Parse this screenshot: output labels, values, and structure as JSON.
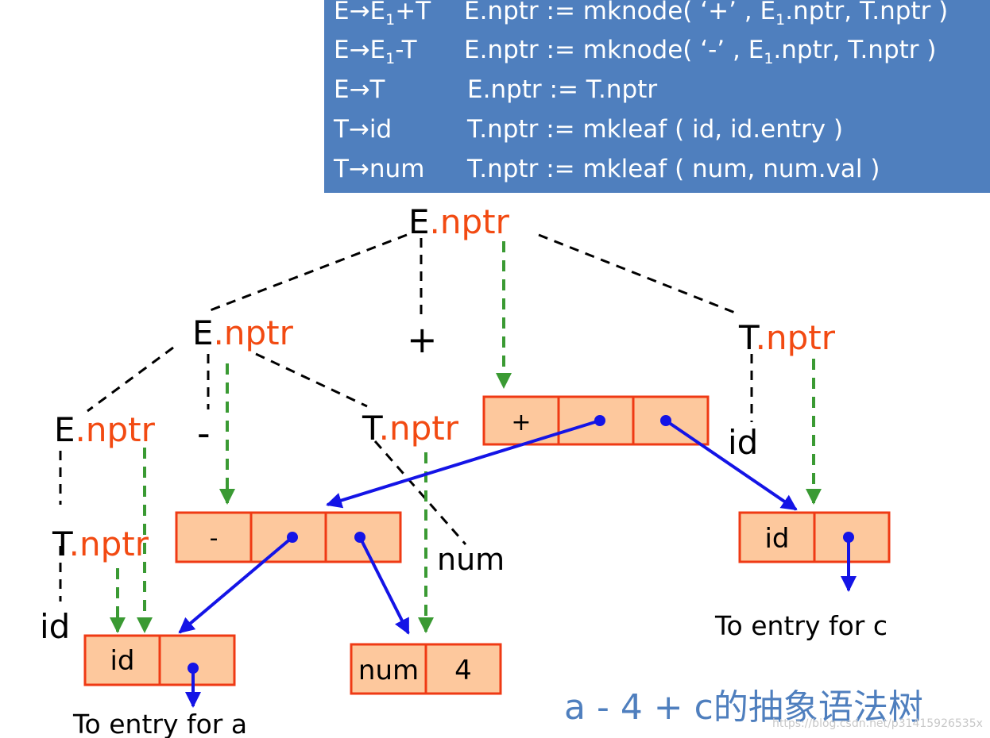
{
  "rules": [
    {
      "prod_head": "E→E",
      "prod_sub": "1",
      "prod_tail": "+T",
      "act_pre": "E.nptr := mknode(   ‘+’  , E",
      "act_sub": "1",
      "act_post": ".nptr, T.nptr )"
    },
    {
      "prod_head": "E→E",
      "prod_sub": "1",
      "prod_tail": "-T",
      "act_pre": "E.nptr := mknode(   ‘-’  , E",
      "act_sub": "1",
      "act_post": ".nptr, T.nptr )"
    },
    {
      "prod_head": "E→T",
      "prod_sub": "",
      "prod_tail": "",
      "act_pre": "E.nptr := T.nptr",
      "act_sub": "",
      "act_post": ""
    },
    {
      "prod_head": "T→id",
      "prod_sub": "",
      "prod_tail": "",
      "act_pre": "T.nptr := mkleaf ( id, id.entry )",
      "act_sub": "",
      "act_post": ""
    },
    {
      "prod_head": "T→num",
      "prod_sub": "",
      "prod_tail": "",
      "act_pre": "T.nptr := mkleaf ( num, num.val )",
      "act_sub": "",
      "act_post": ""
    }
  ],
  "tree": {
    "root_symbol": "E",
    "root_attr": ".nptr",
    "e1_symbol": "E",
    "e1_attr": ".nptr",
    "plus": "+",
    "t_right_symbol": "T",
    "t_right_attr": ".nptr",
    "id_right": "id",
    "e2_symbol": "E",
    "e2_attr": ".nptr",
    "minus": "-",
    "t_mid_symbol": "T",
    "t_mid_attr": ".nptr",
    "num_leaf": "num",
    "t_left_symbol": "T",
    "t_left_attr": ".nptr",
    "id_left": "id"
  },
  "nodes": {
    "plus_op": "+",
    "minus_op": "-",
    "id_right_label": "id",
    "id_left_label": "id",
    "num_label": "num",
    "num_value": "4"
  },
  "notes": {
    "entry_c": "To entry for c",
    "entry_a": "To entry for a"
  },
  "caption": "a - 4 + c的抽象语法树",
  "watermark": "https://blog.csdn.net/p31415926535x",
  "colors": {
    "box": "#4f7fbe",
    "attr": "#f24a12",
    "node_fill": "#fdc89d",
    "node_stroke": "#ef3a14",
    "pointer": "#1414e6",
    "dataflow": "#3a9a33"
  }
}
